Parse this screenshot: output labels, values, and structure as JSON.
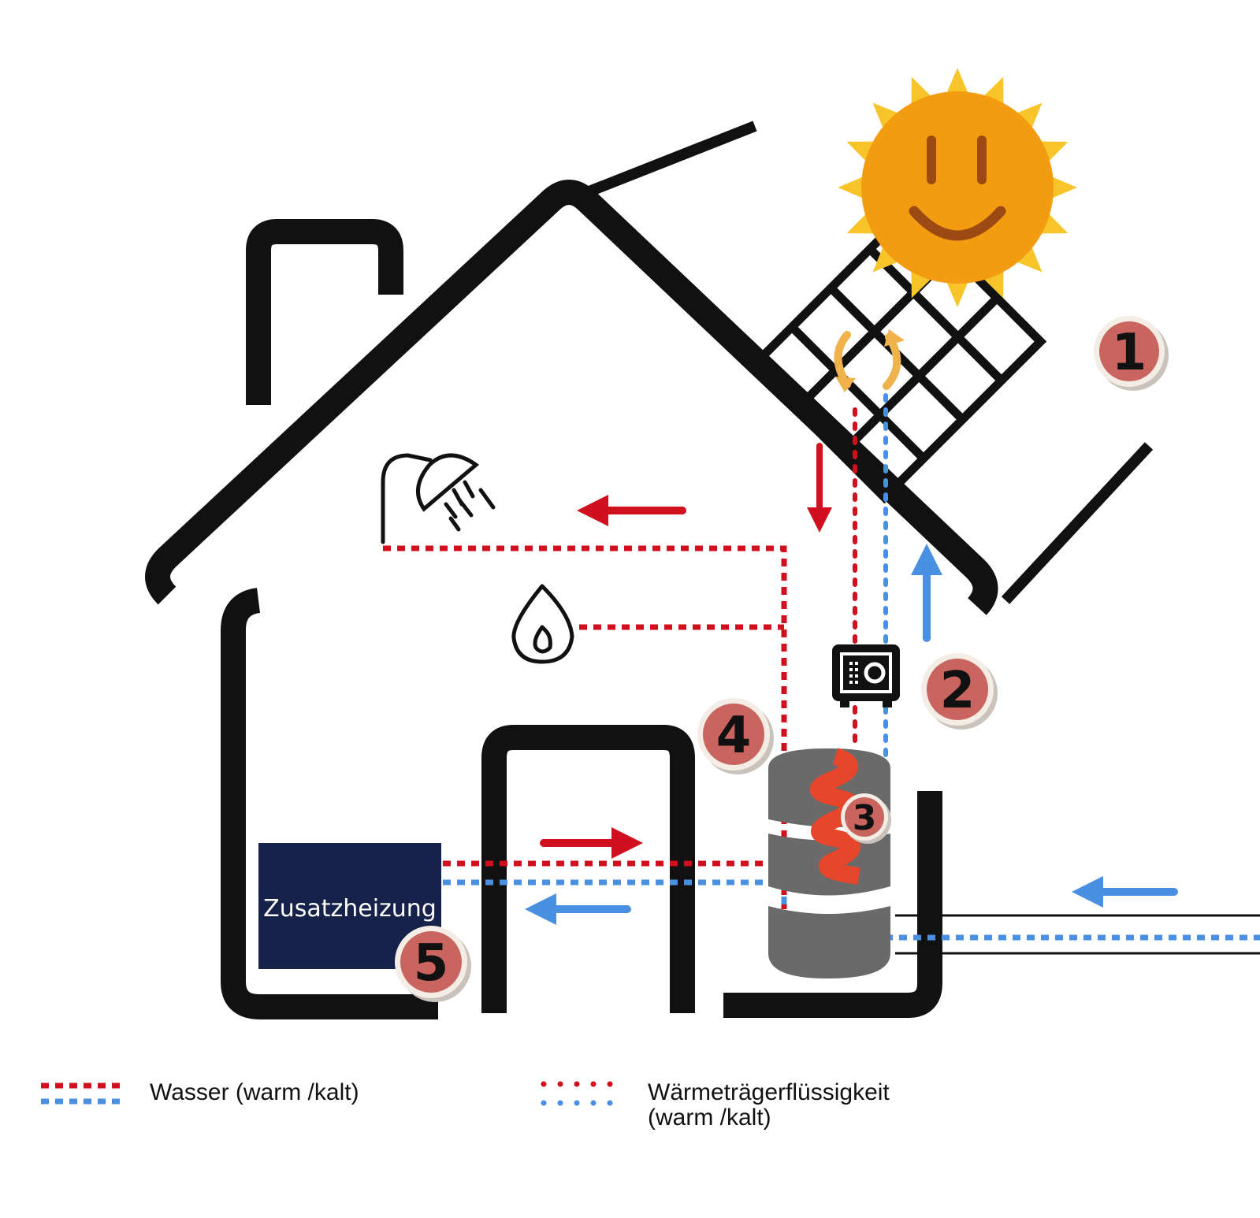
{
  "colors": {
    "outline": "#111111",
    "warm": "#d0101f",
    "cold": "#4a90e2",
    "badge": "#c9645e",
    "badge_ring": "#f3ede6",
    "sun": "#f39c12",
    "sun_rays": "#f7c52a",
    "tank": "#6a6a6a",
    "coil": "#e7452c",
    "heater_box": "#16224a",
    "circ_arrows": "#f0b24a"
  },
  "badges": [
    "1",
    "2",
    "3",
    "4",
    "5"
  ],
  "heater": {
    "label": "Zusatzheizung"
  },
  "icons": [
    "sun-icon",
    "solar-panel-icon",
    "shower-icon",
    "flame-icon",
    "controller-safe-icon",
    "storage-tank-icon"
  ],
  "legend": {
    "water_label": "Wasser (warm /kalt)",
    "fluid_label_line1": "Wärmeträgerflüssigkeit",
    "fluid_label_line2": "(warm /kalt)"
  }
}
